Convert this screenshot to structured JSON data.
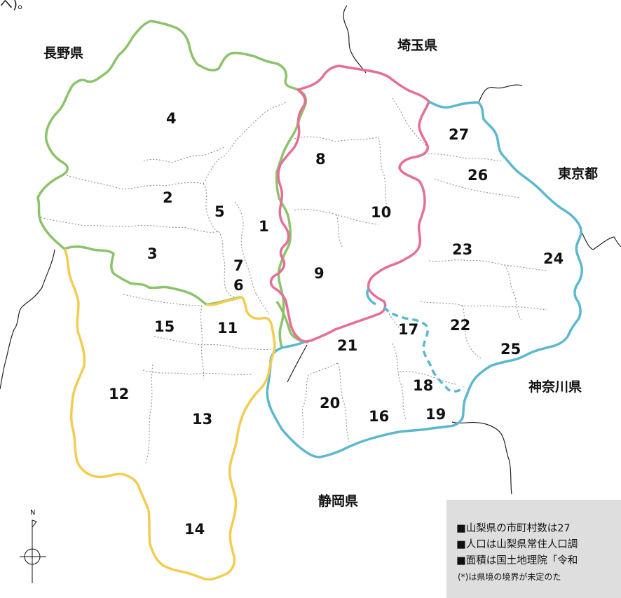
{
  "top_left_fragment": "へ)。",
  "prefectures": {
    "nagano": "長野県",
    "saitama": "埼玉県",
    "tokyo": "東京都",
    "kanagawa": "神奈川県",
    "shizuoka": "静岡県"
  },
  "municipalities": [
    "1",
    "2",
    "3",
    "4",
    "5",
    "6",
    "7",
    "8",
    "9",
    "10",
    "11",
    "12",
    "13",
    "14",
    "15",
    "16",
    "17",
    "18",
    "19",
    "20",
    "21",
    "22",
    "23",
    "24",
    "25",
    "26",
    "27"
  ],
  "compass_label": "N",
  "notes": [
    "■山梨県の市町村数は27",
    "■人口は山梨県常住人口調",
    "■面積は国土地理院「令和",
    "(*)は県境の境界が未定のた"
  ],
  "colors": {
    "north_green": "#8cc36b",
    "pink": "#e56f96",
    "blue": "#5cb8cf",
    "yellow": "#f3cc52",
    "boundary_black": "#222222",
    "inner_dotted": "#888888",
    "notes_bg": "#dedede"
  }
}
